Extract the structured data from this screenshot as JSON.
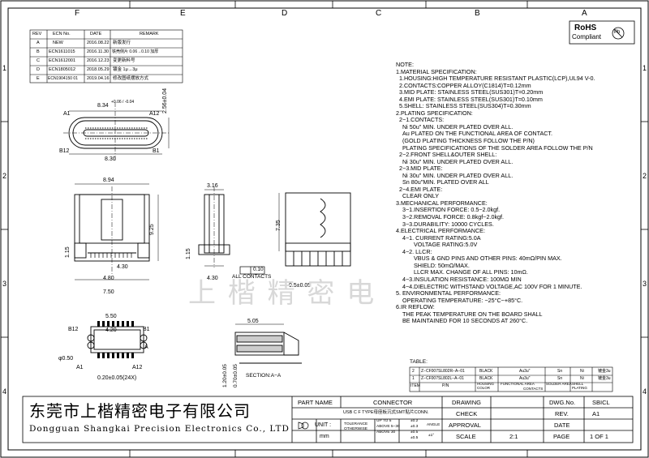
{
  "border": {
    "top_cols": [
      "F",
      "E",
      "D",
      "C",
      "B",
      "A"
    ],
    "side_rows": [
      "1",
      "2",
      "3",
      "4"
    ]
  },
  "rohs": {
    "text": "RoHS",
    "sub": "Compliant",
    "pb": "Pb"
  },
  "revision_table": {
    "headers": [
      "REV",
      "ECN No.",
      "DATE",
      "REMARK"
    ],
    "rows": [
      [
        "A",
        "NEW",
        "2016.08.22",
        "新版发行"
      ],
      [
        "B",
        "ECN1611015",
        "2016.11.30",
        "铁壳侧片 0.06→0.10 加厚"
      ],
      [
        "C",
        "ECN1612001",
        "2016.12.23",
        "变更新料号"
      ],
      [
        "D",
        "ECN1805012",
        "2018.05.29",
        "镀金 1μ→3μ"
      ],
      [
        "E",
        "ECN1904150 01",
        "2019.04.16",
        "修改图纸摆放方式"
      ]
    ]
  },
  "dimensions": {
    "top_width": "8.34",
    "top_tol": "+0.06 / -0.04",
    "side_height": "2.56±0.04",
    "bottom_width": "8.30",
    "front_width": "8.94",
    "front_height": "9.25",
    "front_pin": "1.15",
    "front_w1": "4.30",
    "front_w2": "4.80",
    "front_w3": "7.50",
    "side_top": "3.16",
    "side_mid": "7.35",
    "coplanarity": "0.10",
    "coplanarity_label": "ALL CONTACTS",
    "pitch_tol": "0.5±0.05",
    "fp_w1": "5.50",
    "fp_w2": "4.20",
    "fp_dia": "φ0.50",
    "fp_pitch": "0.20±0.05(24X)",
    "sec_w": "5.05",
    "sec_h1": "1.20±0.05",
    "sec_h2": "0.70±0.05",
    "section_label": "SECTION:A−A"
  },
  "labels": {
    "a1": "A1",
    "a12": "A12",
    "b1": "B1",
    "b12": "B12",
    "a": "A"
  },
  "notes": [
    "NOTE:",
    "1.MATERIAL SPECIFICATION:",
    "  1.HOUSING:HIGH TEMPERATURE RESISTANT PLASTIC(LCP),UL94 V-0.",
    "  2.CONTACTS:COPPER ALLOY(C1814)T=0.12mm",
    "  3.MID PLATE: STAINLESS STEEL(SUS301)T=0.20mm",
    "  4.EMI PLATE: STAINLESS STEEL(SUS301)T=0.10mm",
    "  5.SHELL: STAINLESS STEEL(SUS304)T=0.30mm",
    "2.PLATING SPECIFICATION:",
    "  2−1.CONTACTS:",
    "    Ni 50u\" MIN. UNDER PLATED OVER ALL.",
    "    Au PLATED ON THE FUNCTIONAL AREA OF CONTACT.",
    "    (GOLD PLATING THICKNESS FOLLOW THE P/N)",
    "    PLATING SPECIFICATIONS OF THE SOLDER AREA FOLLOW THE P/N",
    "  2−2.FRONT SHELL&OUTER SHELL:",
    "    Ni 30u\" MIN. UNDER PLATED OVER ALL.",
    "  2−3.MID PLATE:",
    "    Ni 30u\" MIN. UNDER PLATED OVER ALL.",
    "    Sn 80u\"MIN. PLATED OVER ALL",
    "  2−4.EMI PLATE:",
    "    CLEAR ONLY",
    "3.MECHANICAL PERFORMANCE:",
    "    3−1.INSERTION FORCE: 0.5~2.0kgf.",
    "    3−2.REMOVAL FORCE: 0.8kgf~2.0kgf.",
    "    3−3.DURABILITY: 10000 CYCLES.",
    "4.ELECTRICAL PERFORMANCE:",
    "    4−1. CURRENT RATING:5.0A",
    "           VOLTAGE RATING:5.0V",
    "    4−2. LLCR:",
    "           VBUS & GND PINS AND OTHER PINS: 40mΩ/PIN MAX.",
    "           SHIELD: 50mΩ/MAX.",
    "           LLCR MAX. CHANGE OF ALL PINS: 10mΩ.",
    "    4−3.INSULATION RESISTANCE: 100MΩ  MIN",
    "    4−4.DIELECTRIC WITHSTAND VOLTAGE,AC 100V FOR 1 MINUTE.",
    "5. ENVIRONMENTAL PERFORMANCE:",
    "    OPERATING TEMPERATURE: −25°C~+85°C.",
    "6.IR REFLOW:",
    "    THE PEAK TEMPERATURE ON THE BOARD SHALL",
    "    BE MAINTAINED FOR 10 SECONDS AT 260°C."
  ],
  "part_table": {
    "caption": "TABLE:",
    "rows": [
      [
        "2",
        "Z−CF007SL802R−A−01",
        "BLACK",
        "Au3u\"",
        "Sn",
        "Ni",
        "镀金3u"
      ],
      [
        "1",
        "Z−CF007SL802L−A−01",
        "BLACK",
        "Au3u\"",
        "Sn",
        "Ni",
        "镀金3u"
      ]
    ],
    "header": [
      "ITEM",
      "P/N",
      "HOUSING COLOR",
      "FUNCTIONAL AREA",
      "SOLDER AREA",
      "SHELL PLATING",
      "",
      "CONTACTS"
    ],
    "shell_note": "镀金3u"
  },
  "title_block": {
    "company_cn": "东莞市上楷精密电子有限公司",
    "company_en": "Dongguan Shangkai Precision Electronics Co., LTD",
    "watermark": "上 楷 精 密 电",
    "part_name_label": "PART NAME",
    "part_name": "CONNECTOR",
    "description": "USB C F TYPE母座板沉式SMT贴片CONN.",
    "drawing_label": "DRAWING",
    "dwg_no_label": "DWG.No.",
    "dwg_no": "SBICL",
    "unit_label": "UNIT :",
    "unit_value": "mm",
    "tolerance_label": "TOLERANCE OTHERWISE",
    "tol_rows": [
      [
        "UP TO 5",
        "±0.2"
      ],
      [
        "ABOVE 5−30",
        "±0.3"
      ],
      [
        "ABOVE 30",
        "±0.5"
      ]
    ],
    "angle_label": "ANGLE",
    "angle_value": "±1°",
    "angle_tol": "±0.5",
    "check_label": "CHECK",
    "approval_label": "APPROVAL",
    "scale_label": "SCALE",
    "scale_value": "2:1",
    "rev_label": "REV.",
    "rev_value": "A1",
    "date_label": "DATE",
    "page_label": "PAGE",
    "page_value": "1 OF 1"
  }
}
